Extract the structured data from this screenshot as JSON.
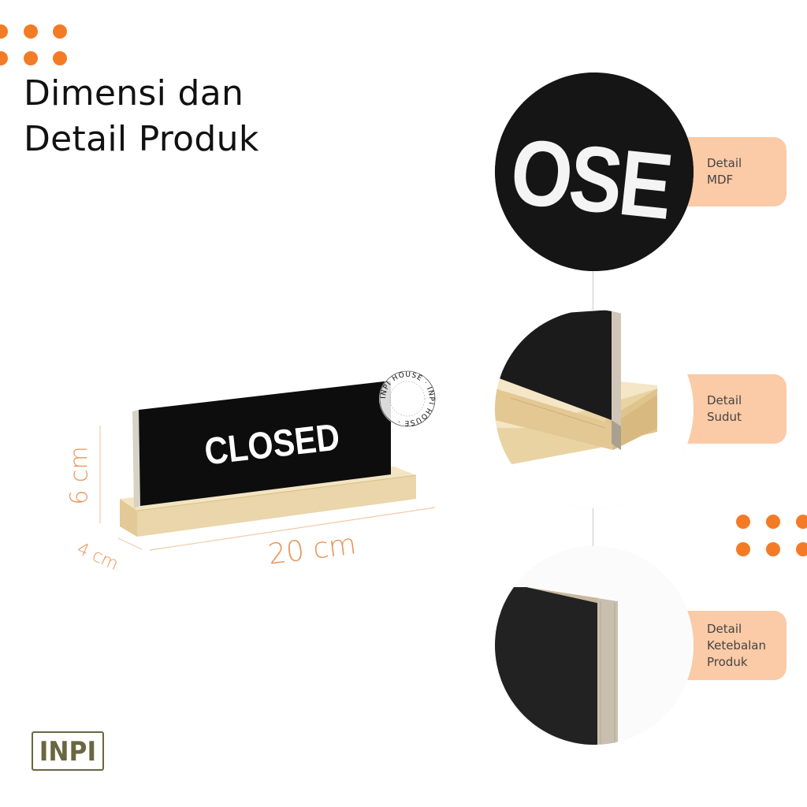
{
  "heading": {
    "line1": "Dimensi dan",
    "line2": "Detail Produk"
  },
  "product": {
    "sign_text": "CLOSED",
    "watermark": "INPI HOUSE · INPI HOUSE ·",
    "dimensions": {
      "height": "6 cm",
      "depth": "4 cm",
      "width": "20 cm"
    }
  },
  "details": [
    {
      "lines": [
        "Detail",
        "MDF"
      ],
      "zoom_text": "OSE"
    },
    {
      "lines": [
        "Detail",
        "Sudut"
      ]
    },
    {
      "lines": [
        "Detail",
        "Ketebalan",
        "Produk"
      ]
    }
  ],
  "logo": {
    "text": "INPI"
  },
  "colors": {
    "accent": "#f47b26",
    "tag_bg": "#fbcaa6",
    "dimension_text": "#e9955a",
    "sign_black": "#0d0d0d",
    "wood": "#e8d3a4",
    "logo": "#6a6640"
  }
}
